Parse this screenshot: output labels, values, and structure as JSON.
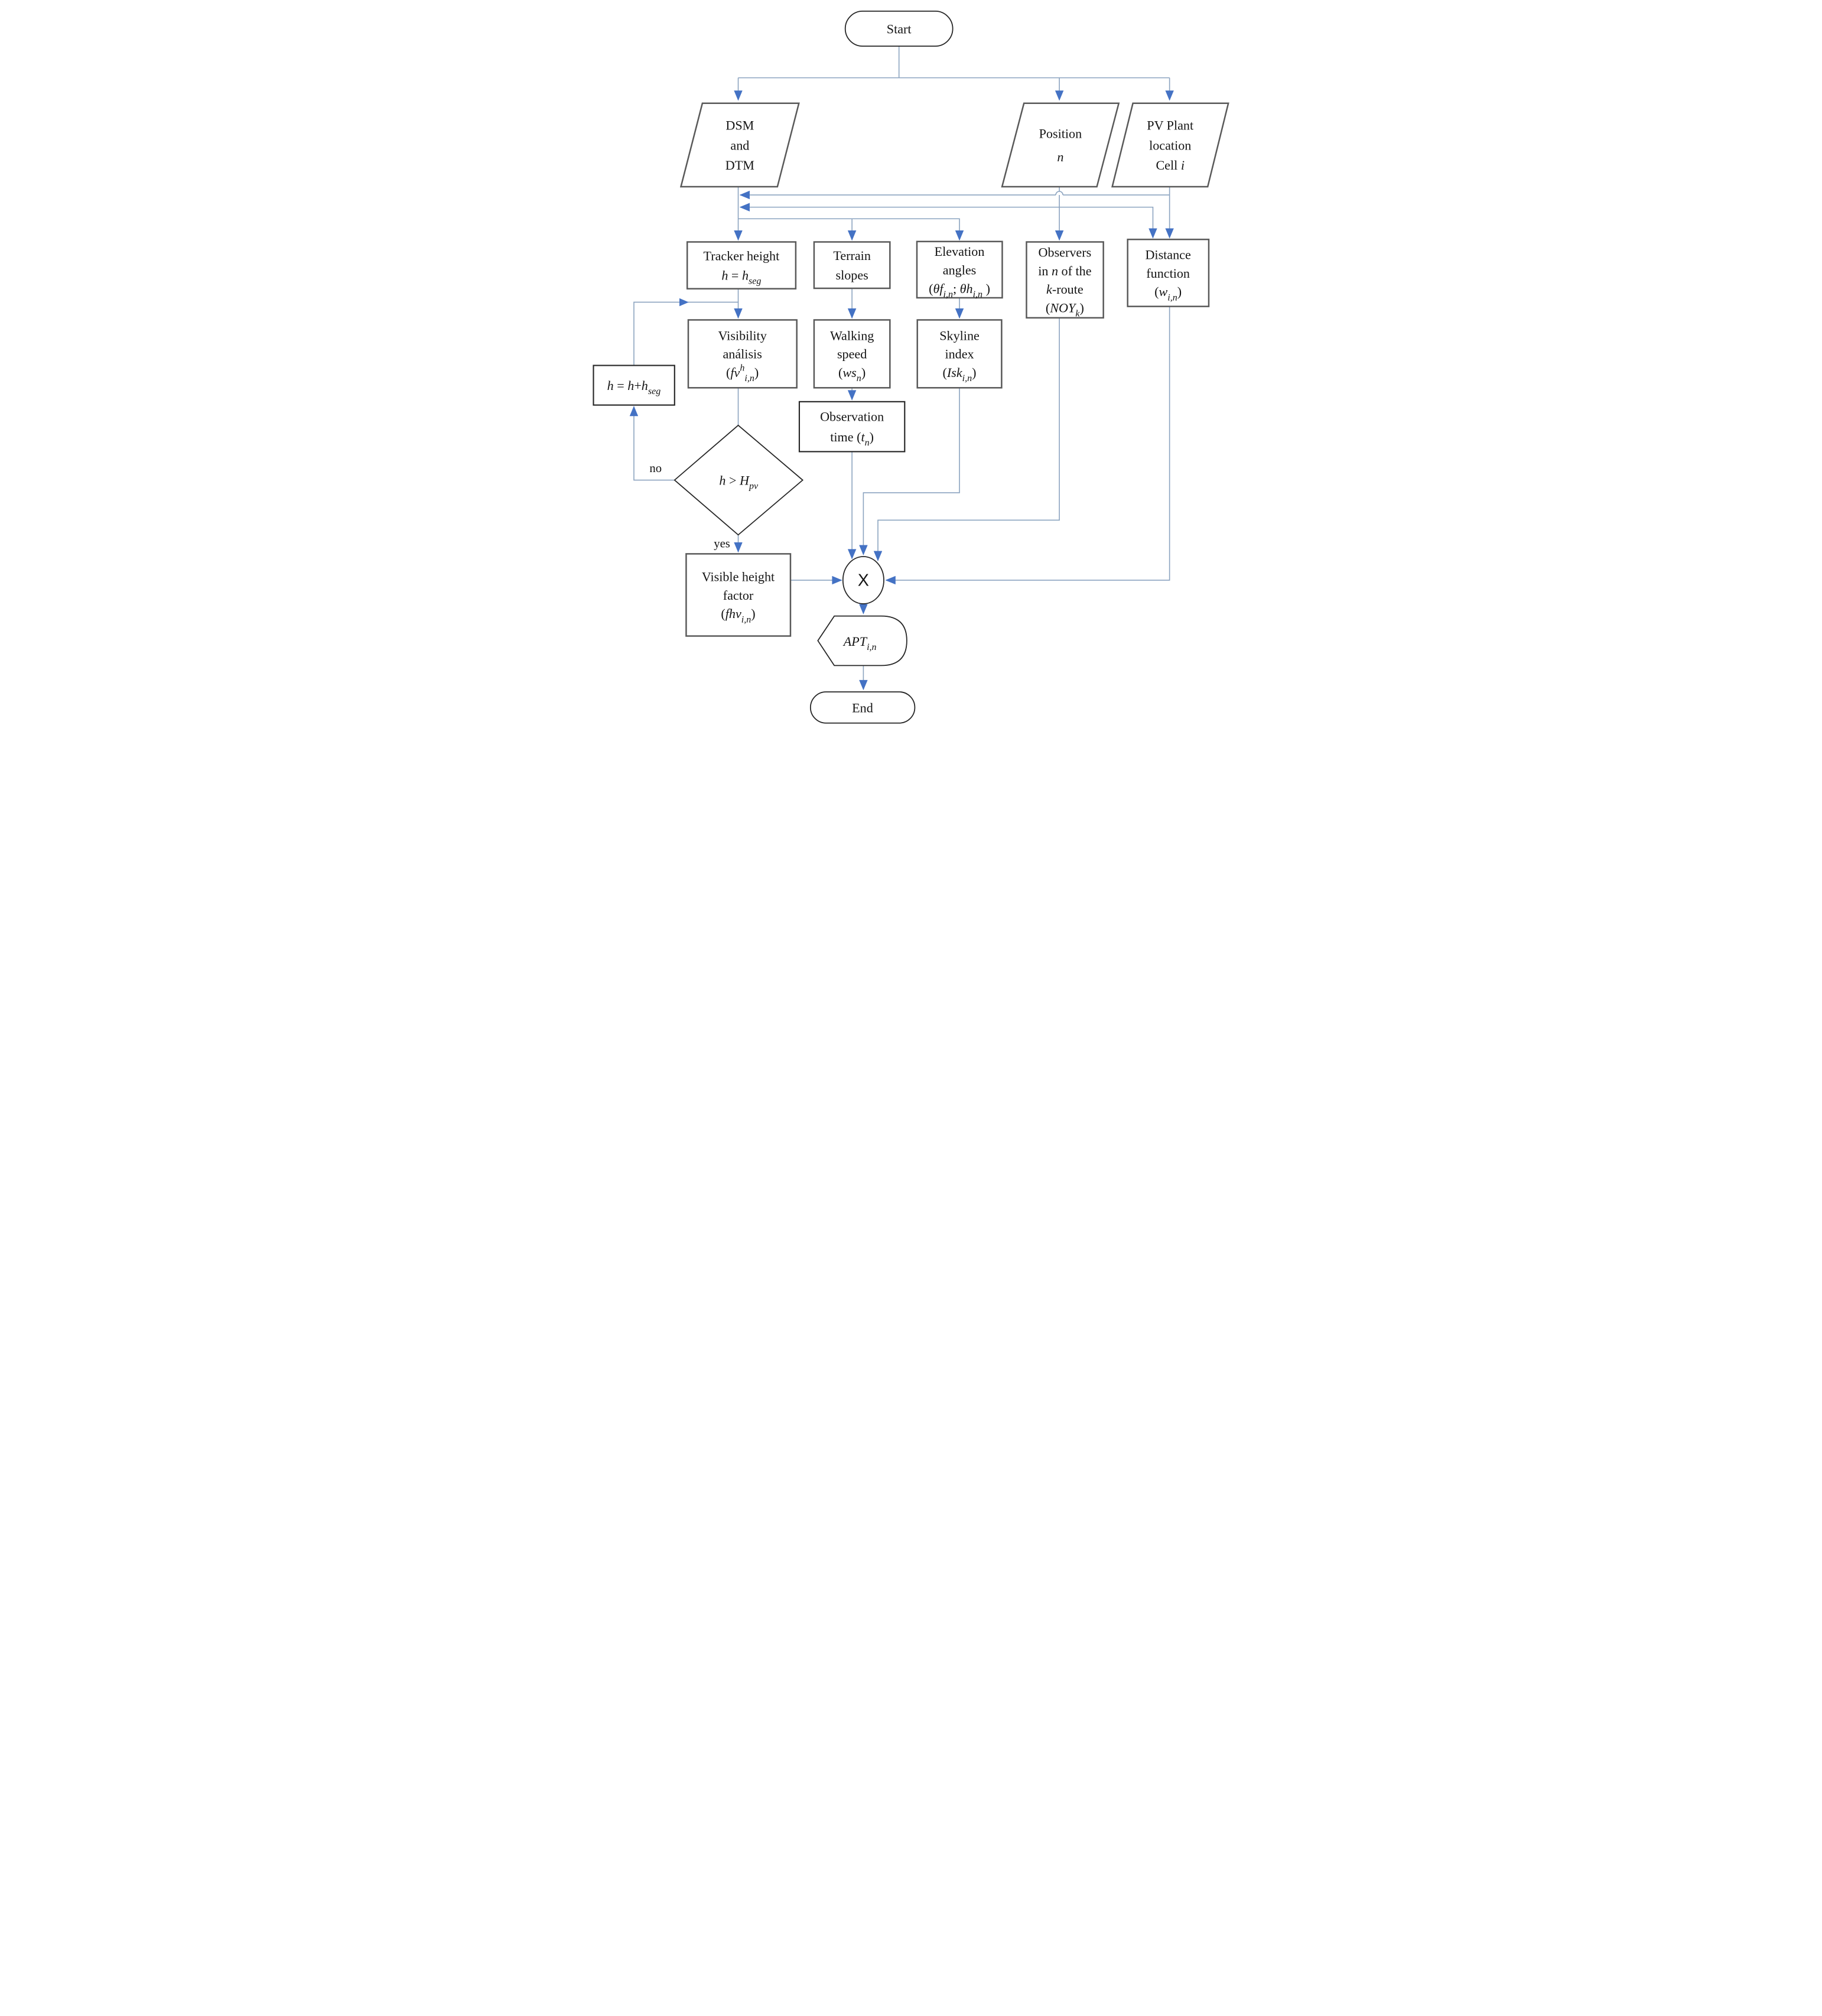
{
  "colors": {
    "arrow": "#4472C4",
    "line": "#8CA4C0",
    "border": "#595959",
    "border_dark": "#262626",
    "text": "#141414",
    "bg": "#FFFFFF"
  },
  "edge_labels": {
    "no": "no",
    "yes": "yes"
  },
  "nodes": {
    "start": {
      "type": "terminal",
      "lines": [
        [
          {
            "t": "Start"
          }
        ]
      ]
    },
    "dsm": {
      "type": "data",
      "lines": [
        [
          {
            "t": "DSM"
          }
        ],
        [
          {
            "t": "and"
          }
        ],
        [
          {
            "t": "DTM"
          }
        ]
      ]
    },
    "position": {
      "type": "data",
      "lines": [
        [
          {
            "t": "Position"
          }
        ],
        [
          {
            "t": "n",
            "i": true
          }
        ]
      ]
    },
    "pv": {
      "type": "data",
      "lines": [
        [
          {
            "t": "PV Plant"
          }
        ],
        [
          {
            "t": "location"
          }
        ],
        [
          {
            "t": "Cell "
          },
          {
            "t": "i",
            "i": true
          }
        ]
      ]
    },
    "tracker": {
      "type": "process",
      "lines": [
        [
          {
            "t": "Tracker height"
          }
        ],
        [
          {
            "t": "h",
            "i": true
          },
          {
            "t": " = "
          },
          {
            "t": "h",
            "i": true
          },
          {
            "t": "seg",
            "i": true,
            "sub": true
          }
        ]
      ]
    },
    "terrain": {
      "type": "process",
      "lines": [
        [
          {
            "t": "Terrain"
          }
        ],
        [
          {
            "t": "slopes"
          }
        ]
      ]
    },
    "elevation": {
      "type": "process",
      "lines": [
        [
          {
            "t": "Elevation"
          }
        ],
        [
          {
            "t": "angles"
          }
        ],
        [
          {
            "t": "("
          },
          {
            "t": "θf",
            "i": true
          },
          {
            "t": "i,n",
            "i": true,
            "sub": true
          },
          {
            "t": "; "
          },
          {
            "t": "θh",
            "i": true
          },
          {
            "t": "i,n",
            "i": true,
            "sub": true
          },
          {
            "t": " )"
          }
        ]
      ]
    },
    "observers": {
      "type": "process",
      "lines": [
        [
          {
            "t": "Observers"
          }
        ],
        [
          {
            "t": "in "
          },
          {
            "t": "n",
            "i": true
          },
          {
            "t": " of the"
          }
        ],
        [
          {
            "t": "k",
            "i": true
          },
          {
            "t": "-route"
          }
        ],
        [
          {
            "t": "("
          },
          {
            "t": "NOY",
            "i": true
          },
          {
            "t": "k",
            "i": true,
            "sub": true
          },
          {
            "t": ")"
          }
        ]
      ]
    },
    "distance": {
      "type": "process",
      "lines": [
        [
          {
            "t": "Distance"
          }
        ],
        [
          {
            "t": "function"
          }
        ],
        [
          {
            "t": "("
          },
          {
            "t": "w",
            "i": true
          },
          {
            "t": "i,n",
            "i": true,
            "sub": true
          },
          {
            "t": ")"
          }
        ]
      ]
    },
    "visibility": {
      "type": "process",
      "lines": [
        [
          {
            "t": "Visibility"
          }
        ],
        [
          {
            "t": "análisis"
          }
        ],
        [
          {
            "t": "("
          },
          {
            "t": "fv",
            "i": true
          },
          {
            "t": "h",
            "i": true,
            "sup": true
          },
          {
            "t": "i,n",
            "i": true,
            "sub": true
          },
          {
            "t": ")"
          }
        ]
      ]
    },
    "walking": {
      "type": "process",
      "lines": [
        [
          {
            "t": "Walking"
          }
        ],
        [
          {
            "t": "speed"
          }
        ],
        [
          {
            "t": "("
          },
          {
            "t": "ws",
            "i": true
          },
          {
            "t": "n",
            "i": true,
            "sub": true
          },
          {
            "t": ")"
          }
        ]
      ]
    },
    "skyline": {
      "type": "process",
      "lines": [
        [
          {
            "t": "Skyline"
          }
        ],
        [
          {
            "t": "index"
          }
        ],
        [
          {
            "t": "("
          },
          {
            "t": "Isk",
            "i": true
          },
          {
            "t": "i,n",
            "i": true,
            "sub": true
          },
          {
            "t": ")"
          }
        ]
      ]
    },
    "increment": {
      "type": "process",
      "lines": [
        [
          {
            "t": "h",
            "i": true
          },
          {
            "t": " = "
          },
          {
            "t": "h",
            "i": true
          },
          {
            "t": "+"
          },
          {
            "t": "h",
            "i": true
          },
          {
            "t": "seg",
            "i": true,
            "sub": true
          }
        ]
      ]
    },
    "obstime": {
      "type": "process",
      "lines": [
        [
          {
            "t": "Observation"
          }
        ],
        [
          {
            "t": "time ("
          },
          {
            "t": "t",
            "i": true
          },
          {
            "t": "n",
            "i": true,
            "sub": true
          },
          {
            "t": ")"
          }
        ]
      ]
    },
    "decision": {
      "type": "decision",
      "lines": [
        [
          {
            "t": "h",
            "i": true
          },
          {
            "t": " > "
          },
          {
            "t": "H",
            "i": true
          },
          {
            "t": "pv",
            "i": true,
            "sub": true
          }
        ]
      ]
    },
    "vhf": {
      "type": "process",
      "lines": [
        [
          {
            "t": "Visible height"
          }
        ],
        [
          {
            "t": "factor"
          }
        ],
        [
          {
            "t": "("
          },
          {
            "t": "fhv",
            "i": true
          },
          {
            "t": "i,n",
            "i": true,
            "sub": true
          },
          {
            "t": ")"
          }
        ]
      ]
    },
    "multiply": {
      "type": "operator",
      "symbol": "X"
    },
    "apt": {
      "type": "display",
      "lines": [
        [
          {
            "t": "APT",
            "i": true
          },
          {
            "t": "i,n",
            "i": true,
            "sub": true
          }
        ]
      ]
    },
    "end": {
      "type": "terminal",
      "lines": [
        [
          {
            "t": "End"
          }
        ]
      ]
    }
  }
}
